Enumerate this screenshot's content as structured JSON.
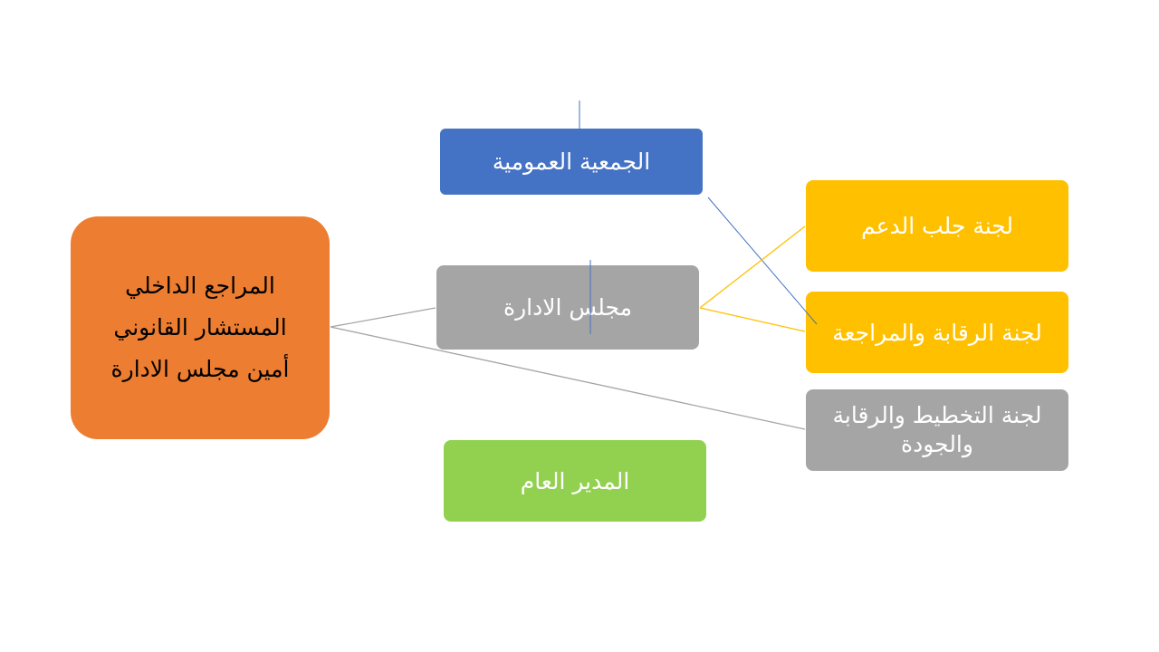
{
  "colors": {
    "blue": "#4472c4",
    "gray": "#a5a5a5",
    "gold": "#ffc000",
    "green": "#92d050",
    "orange": "#ed7d31",
    "line_gray": "#a5a5a5",
    "line_blue": "#4472c4",
    "line_gold": "#ffc000"
  },
  "nodes": {
    "general_assembly": "الجمعية العمومية",
    "board": "مجلس الادارة",
    "general_manager": "المدير العام",
    "fundraising_committee": "لجنة جلب الدعم",
    "audit_committee": "لجنة الرقابة والمراجعة",
    "planning_committee": "لجنة التخطيط والرقابة والجودة",
    "support_roles": {
      "line1": "المراجع الداخلي",
      "line2": "المستشار القانوني",
      "line3": "أمين مجلس الادارة"
    }
  }
}
